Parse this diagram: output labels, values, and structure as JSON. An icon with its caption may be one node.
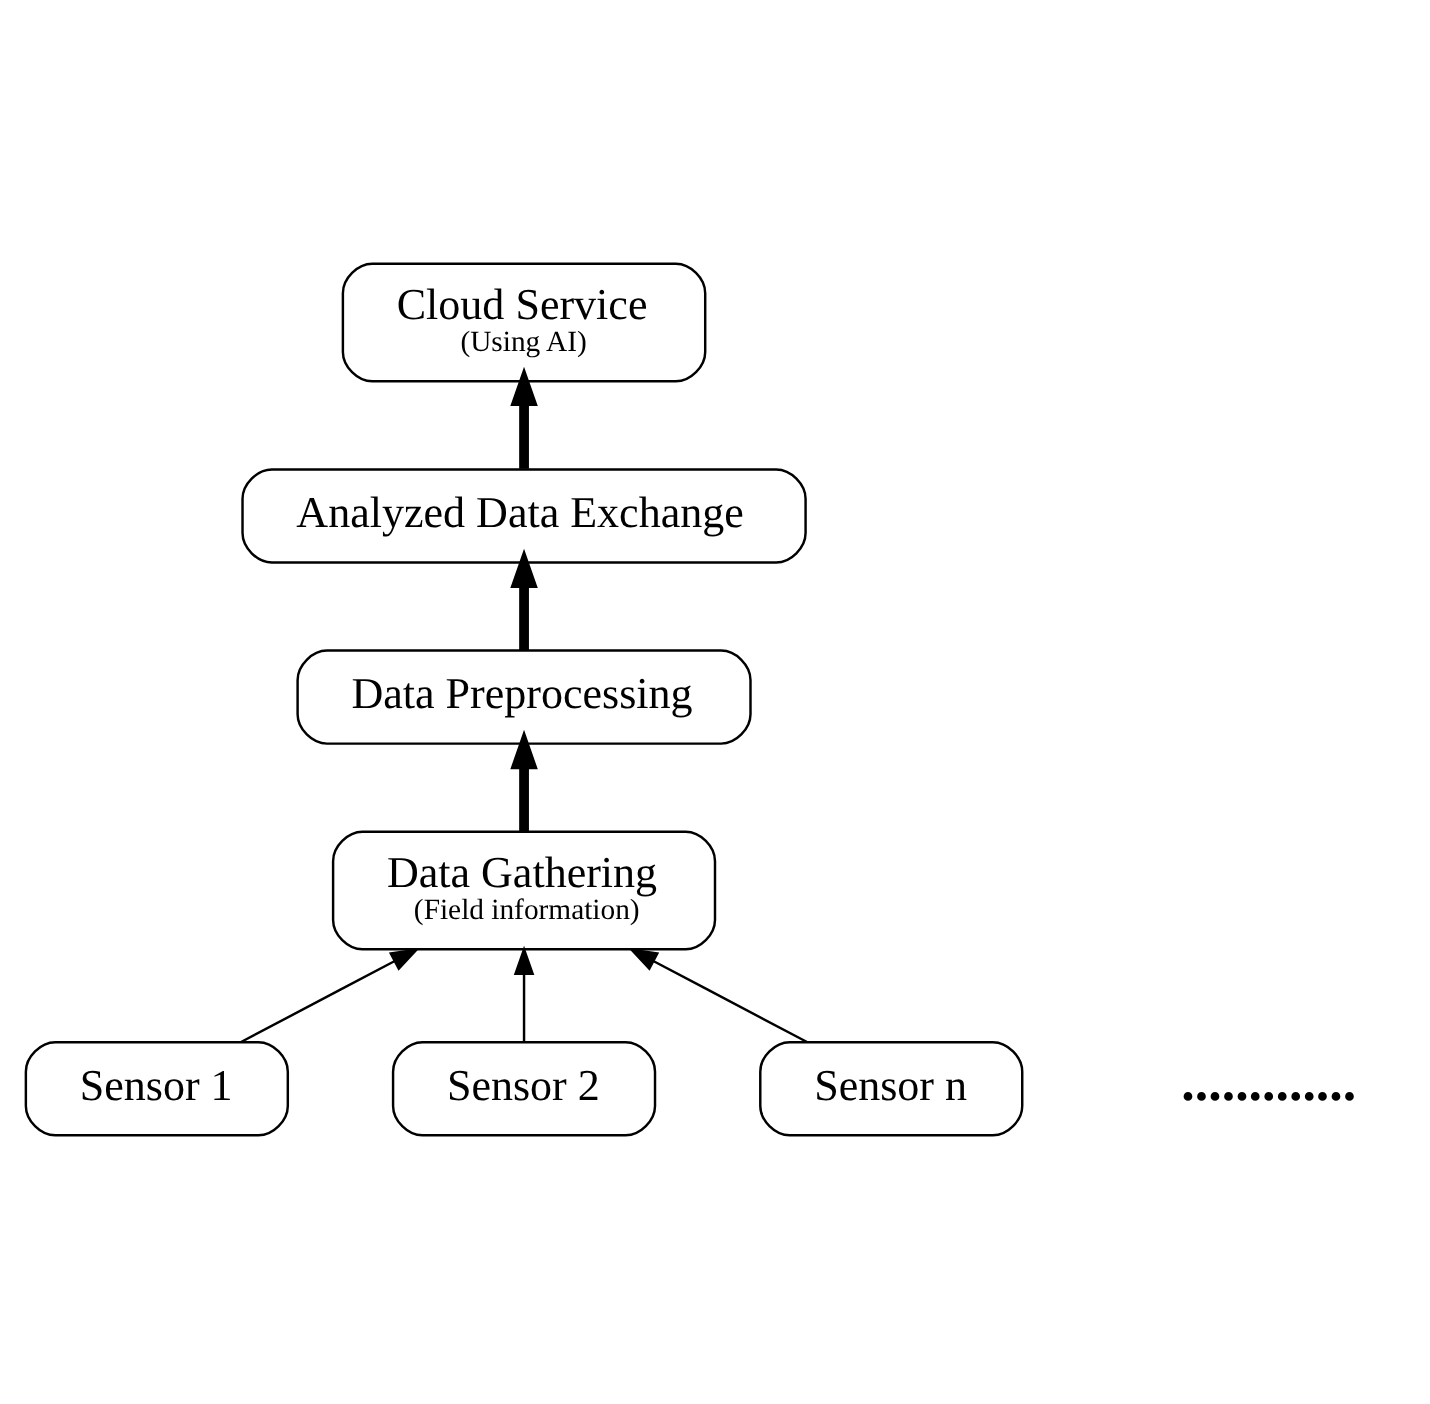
{
  "diagram": {
    "nodes": [
      {
        "text": [
          "Cloud Service",
          "(Using AI)"
        ]
      },
      {
        "text": [
          "Analyzed Data Exchange"
        ]
      },
      {
        "text": [
          "Data Preprocessing"
        ]
      },
      {
        "text": [
          "Data Gathering",
          "(Field information)"
        ]
      },
      {
        "text": [
          "Sensor 1"
        ]
      },
      {
        "text": [
          "Sensor 2"
        ]
      },
      {
        "text": [
          "Sensor n"
        ]
      }
    ],
    "edges": [
      {
        "from": 1,
        "to": 0,
        "arrow": "to",
        "style": "thick"
      },
      {
        "from": 2,
        "to": 1,
        "arrow": "to",
        "style": "thick"
      },
      {
        "from": 3,
        "to": 2,
        "arrow": "to",
        "style": "thick"
      },
      {
        "from": 4,
        "to": 3,
        "arrow": "to"
      },
      {
        "from": 5,
        "to": 3,
        "arrow": "to"
      },
      {
        "from": 6,
        "to": 3,
        "arrow": "to"
      }
    ],
    "labels": [
      "............."
    ]
  }
}
